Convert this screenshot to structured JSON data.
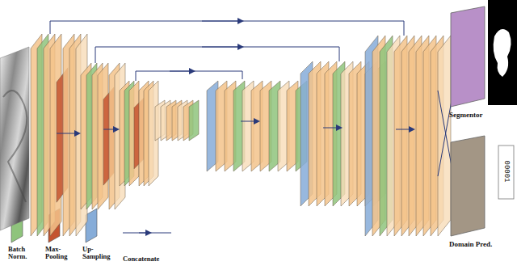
{
  "diagram": {
    "nodes": [
      {
        "text": [
          "Segmentor"
        ]
      },
      {
        "text": [
          "Domain Pred."
        ]
      }
    ],
    "labels": [
      "00001"
    ],
    "legend": [
      {
        "text": "Batch Norm.",
        "color": "#8fc47c"
      },
      {
        "text": "Max-Pooling",
        "color": "#c4532f"
      },
      {
        "text": "Up-Sampling",
        "color": "#86acd8"
      },
      {
        "text": "Concatenate"
      }
    ]
  }
}
